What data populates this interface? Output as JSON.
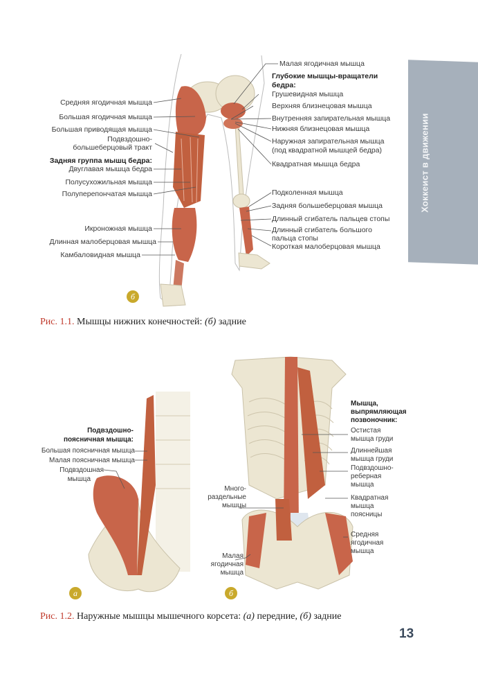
{
  "side_tab": {
    "text": "Хоккеист в движении",
    "color": "#a6b0bb"
  },
  "figure1": {
    "badge": "б",
    "caption": {
      "number": "Рис. 1.1.",
      "text": "Мышцы нижних конечностей:",
      "marker": "(б)",
      "suffix": "задние"
    },
    "left_labels": [
      "Средняя ягодичная мышца",
      "Большая ягодичная мышца",
      "Большая приводящая мышца",
      "Подвздошно-",
      "большеберцовый тракт",
      "Задняя группа мышц бедра:",
      "Двуглавая мышца бедра",
      "Полусухожильная мышца",
      "Полуперепончатая мышца",
      "Икроножная мышца",
      "Длинная малоберцовая мышца",
      "Камбаловидная мышца"
    ],
    "right_labels": [
      "Малая ягодичная мышца",
      "Глубокие мышцы-вращатели",
      "бедра:",
      "Грушевидная мышца",
      "Верхняя близнецовая мышца",
      "Внутренняя запирательная мышца",
      "Нижняя близнецовая мышца",
      "Наружная запирательная мышца",
      "(под квадратной мышцей бедра)",
      "Квадратная мышца бедра",
      "Подколенная мышца",
      "Задняя большеберцовая мышца",
      "Длинный сгибатель пальцев стопы",
      "Длинный сгибатель большого",
      "пальца стопы",
      "Короткая малоберцовая мышца"
    ]
  },
  "figure2": {
    "badge_a": "а",
    "badge_b": "б",
    "caption": {
      "number": "Рис. 1.2.",
      "text": "Наружные мышцы мышечного корсета:",
      "marker_a": "(а)",
      "mid": "передние,",
      "marker_b": "(б)",
      "suffix": "задние"
    },
    "left_labels": [
      "Подвздошно-",
      "поясничная мышца:",
      "Большая поясничная мышца",
      "Малая поясничная мышца",
      "Подвздошная",
      "мышца"
    ],
    "right_labels": [
      "Мышца,",
      "выпрямляющая",
      "позвоночник:",
      "Остистая",
      "мышца груди",
      "Длиннейшая",
      "мышца груди",
      "Подвздошно-",
      "реберная",
      "мышца",
      "Квадратная",
      "мышца",
      "поясницы",
      "Средняя",
      "ягодичная",
      "мышца"
    ],
    "mid_labels": [
      "Много-",
      "раздельные",
      "мышцы",
      "Малая",
      "ягодичная",
      "мышца"
    ]
  },
  "page_number": "13",
  "colors": {
    "muscle": "#c8654a",
    "muscle_light": "#e0957a",
    "bone": "#ece6d2",
    "caption_accent": "#c0392b",
    "badge": "#c9a92c",
    "page_number": "#3b4a5c"
  }
}
